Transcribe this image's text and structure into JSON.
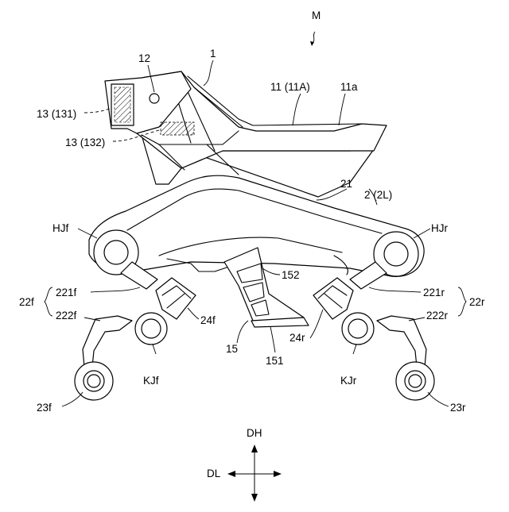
{
  "labels": {
    "M": "M",
    "l1": "1",
    "l12": "12",
    "l11": "11 (11A)",
    "l11a": "11a",
    "l13_131": "13 (131)",
    "l13_132": "13 (132)",
    "l21": "21",
    "l2": "2 (2L)",
    "HJf": "HJf",
    "HJr": "HJr",
    "l152": "152",
    "l221f": "221f",
    "l221r": "221r",
    "l22f": "22f",
    "l22r": "22r",
    "l222f": "222f",
    "l222r": "222r",
    "l24f": "24f",
    "l24r": "24r",
    "l15": "15",
    "l151": "151",
    "KJf": "KJf",
    "KJr": "KJr",
    "l23f": "23f",
    "l23r": "23r",
    "DH": "DH",
    "DL": "DL"
  },
  "colors": {
    "line": "#000000",
    "background": "#ffffff"
  }
}
